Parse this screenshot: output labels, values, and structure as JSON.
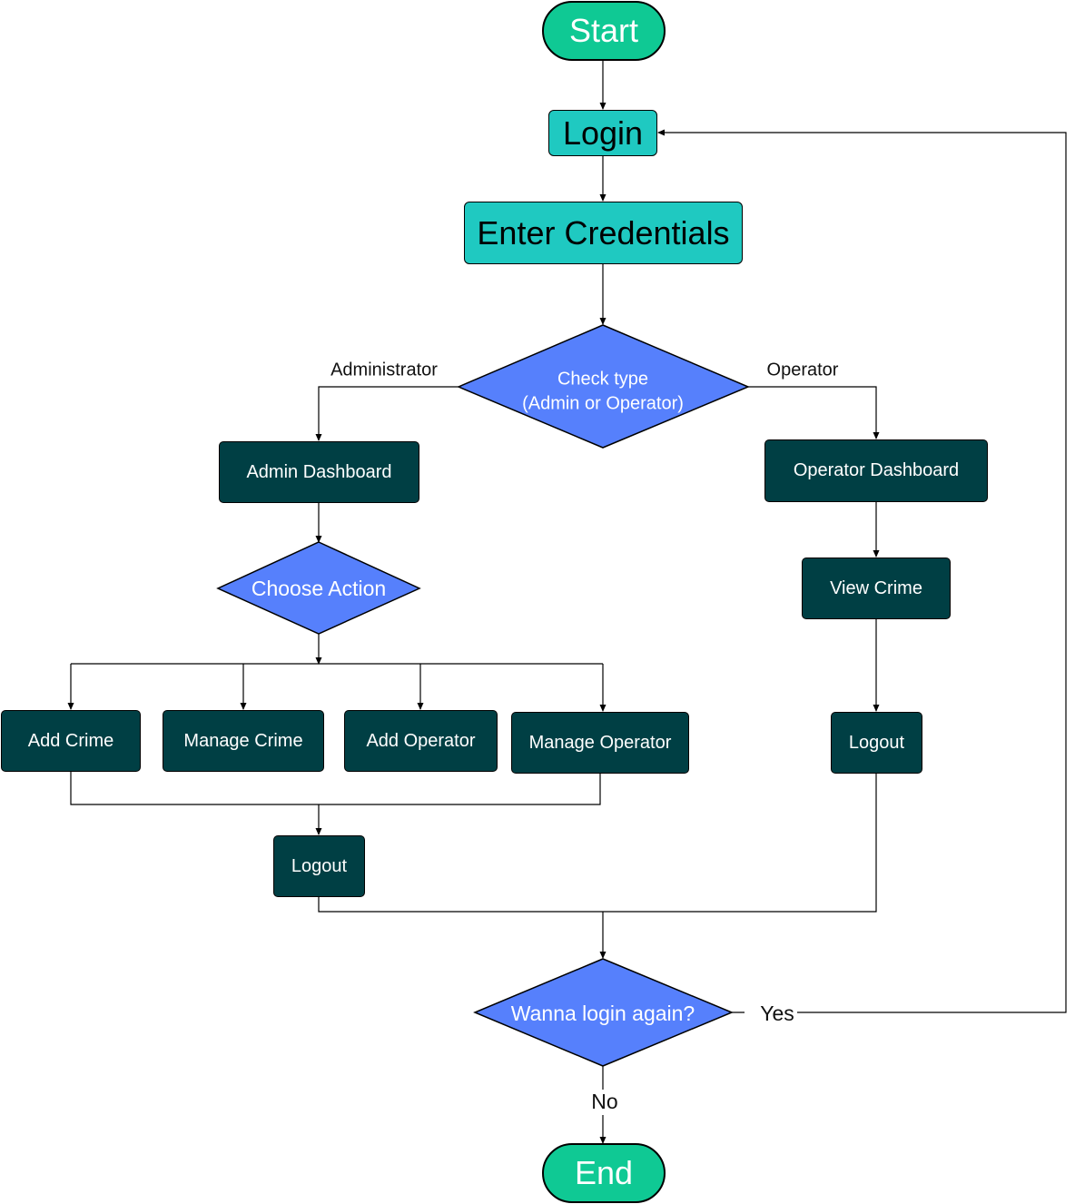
{
  "colors": {
    "terminal_fill": "#0fc994",
    "teal_fill": "#1fc9c1",
    "dark_fill": "#003f44",
    "decision_fill": "#5680fc",
    "line": "#000000"
  },
  "nodes": {
    "start": "Start",
    "login": "Login",
    "enter_credentials": "Enter Credentials",
    "check_type_line1": "Check type",
    "check_type_line2": "(Admin or Operator)",
    "admin_dashboard": "Admin Dashboard",
    "choose_action": "Choose Action",
    "add_crime": "Add Crime",
    "manage_crime": "Manage Crime",
    "add_operator": "Add Operator",
    "manage_operator": "Manage Operator",
    "admin_logout": "Logout",
    "operator_dashboard": "Operator Dashboard",
    "view_crime": "View Crime",
    "operator_logout": "Logout",
    "wanna_login_again": "Wanna login again?",
    "end": "End"
  },
  "edge_labels": {
    "administrator": "Administrator",
    "operator": "Operator",
    "yes": "Yes",
    "no": "No"
  }
}
